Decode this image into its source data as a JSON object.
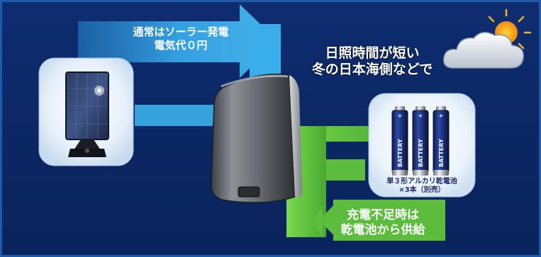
{
  "labels": {
    "solar_power": [
      "通常はソーラー発電",
      "電気代０円"
    ],
    "winter_condition": [
      "日照時間が短い",
      "冬の日本海側などで"
    ],
    "battery_spec": [
      "単３形アルカリ乾電池",
      "×3本（別売）"
    ],
    "battery_backup": [
      "充電不足時は",
      "乾電池から供給"
    ]
  },
  "battery_text": "BATTERY",
  "icons": {
    "solar_panel": "solar-panel-icon",
    "weather": "cloud-sun-icon",
    "device": "light-unit-icon",
    "batteries": "aa-battery-icon"
  },
  "colors": {
    "background": "#0d2a6b",
    "solar_arrow": "#3ab0ea",
    "battery_arrow": "#5cc040",
    "panel_card": "#e9f2fb"
  }
}
